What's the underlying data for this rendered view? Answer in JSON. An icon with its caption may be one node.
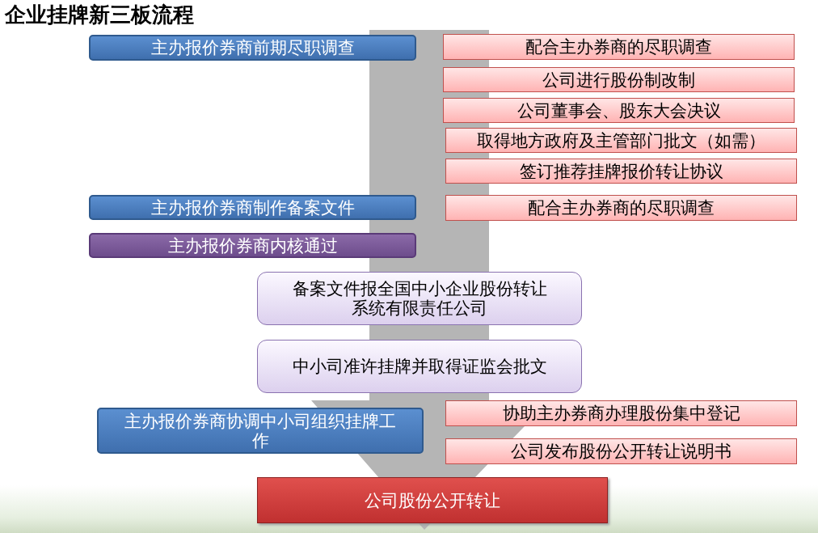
{
  "diagram": {
    "title": "企业挂牌新三板流程",
    "nodes": [
      {
        "text": [
          "主办报价券商前期尽职调查"
        ]
      },
      {
        "text": [
          "配合主办券商的尽职调查"
        ]
      },
      {
        "text": [
          "公司进行股份制改制"
        ]
      },
      {
        "text": [
          "公司董事会、股东大会决议"
        ]
      },
      {
        "text": [
          "取得地方政府及主管部门批文（如需）"
        ]
      },
      {
        "text": [
          "签订推荐挂牌报价转让协议"
        ]
      },
      {
        "text": [
          "主办报价券商制作备案文件"
        ]
      },
      {
        "text": [
          "配合主办券商的尽职调查"
        ]
      },
      {
        "text": [
          "主办报价券商内核通过"
        ]
      },
      {
        "text": [
          "备案文件报全国中小企业股份转让系统有限责任公司"
        ]
      },
      {
        "text": [
          "中小司准许挂牌并取得证监会批文"
        ]
      },
      {
        "text": [
          "主办报价券商协调中小司组织挂牌工作"
        ]
      },
      {
        "text": [
          "协助主办券商办理股份集中登记"
        ]
      },
      {
        "text": [
          "公司发布股份公开转让说明书"
        ]
      },
      {
        "text": [
          "公司股份公开转让"
        ]
      }
    ],
    "edges": [
      {
        "from": null,
        "to": 14,
        "arrow": "to"
      }
    ]
  }
}
